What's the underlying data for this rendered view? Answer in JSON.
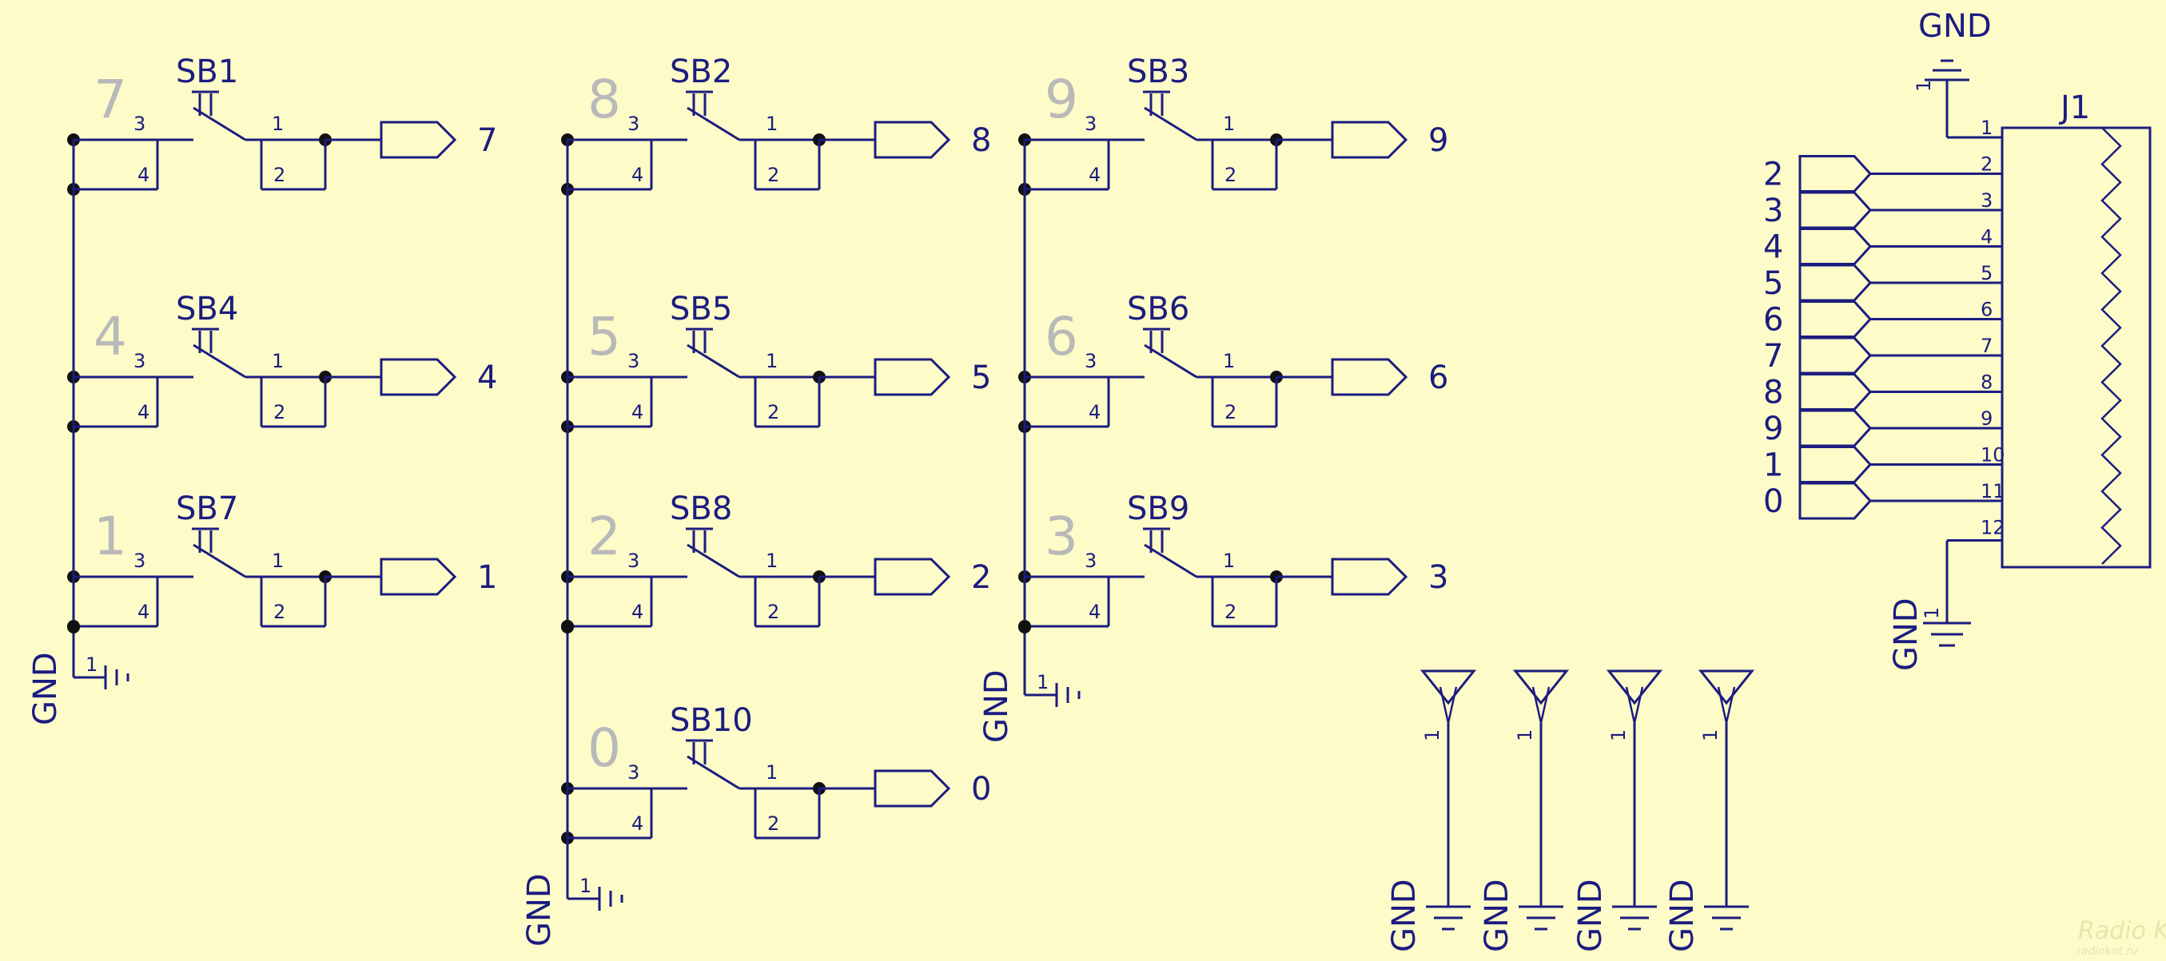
{
  "colors": {
    "background": "#fdfbc8",
    "wire": "#1c1c80",
    "junction": "#111111",
    "key_legend": "#b9b9b9"
  },
  "switches": [
    {
      "ref": "SB1",
      "key": "7",
      "net": "7",
      "pin_a": "3",
      "pin_b": "4",
      "pin_c": "1",
      "pin_d": "2"
    },
    {
      "ref": "SB2",
      "key": "8",
      "net": "8",
      "pin_a": "3",
      "pin_b": "4",
      "pin_c": "1",
      "pin_d": "2"
    },
    {
      "ref": "SB3",
      "key": "9",
      "net": "9",
      "pin_a": "3",
      "pin_b": "4",
      "pin_c": "1",
      "pin_d": "2"
    },
    {
      "ref": "SB4",
      "key": "4",
      "net": "4",
      "pin_a": "3",
      "pin_b": "4",
      "pin_c": "1",
      "pin_d": "2"
    },
    {
      "ref": "SB5",
      "key": "5",
      "net": "5",
      "pin_a": "3",
      "pin_b": "4",
      "pin_c": "1",
      "pin_d": "2"
    },
    {
      "ref": "SB6",
      "key": "6",
      "net": "6",
      "pin_a": "3",
      "pin_b": "4",
      "pin_c": "1",
      "pin_d": "2"
    },
    {
      "ref": "SB7",
      "key": "1",
      "net": "1",
      "pin_a": "3",
      "pin_b": "4",
      "pin_c": "1",
      "pin_d": "2"
    },
    {
      "ref": "SB8",
      "key": "2",
      "net": "2",
      "pin_a": "3",
      "pin_b": "4",
      "pin_c": "1",
      "pin_d": "2"
    },
    {
      "ref": "SB9",
      "key": "3",
      "net": "3",
      "pin_a": "3",
      "pin_b": "4",
      "pin_c": "1",
      "pin_d": "2"
    },
    {
      "ref": "SB10",
      "key": "0",
      "net": "0",
      "pin_a": "3",
      "pin_b": "4",
      "pin_c": "1",
      "pin_d": "2"
    }
  ],
  "ground_label": "GND",
  "ground_pin": "1",
  "connector": {
    "ref": "J1",
    "pins": [
      "1",
      "2",
      "3",
      "4",
      "5",
      "6",
      "7",
      "8",
      "9",
      "10",
      "11",
      "12"
    ],
    "nets": [
      "2",
      "3",
      "4",
      "5",
      "6",
      "7",
      "8",
      "9",
      "1",
      "0"
    ]
  },
  "mounting_pin": "1",
  "watermark": [
    "Radio KOT",
    "radiokot.ru"
  ]
}
